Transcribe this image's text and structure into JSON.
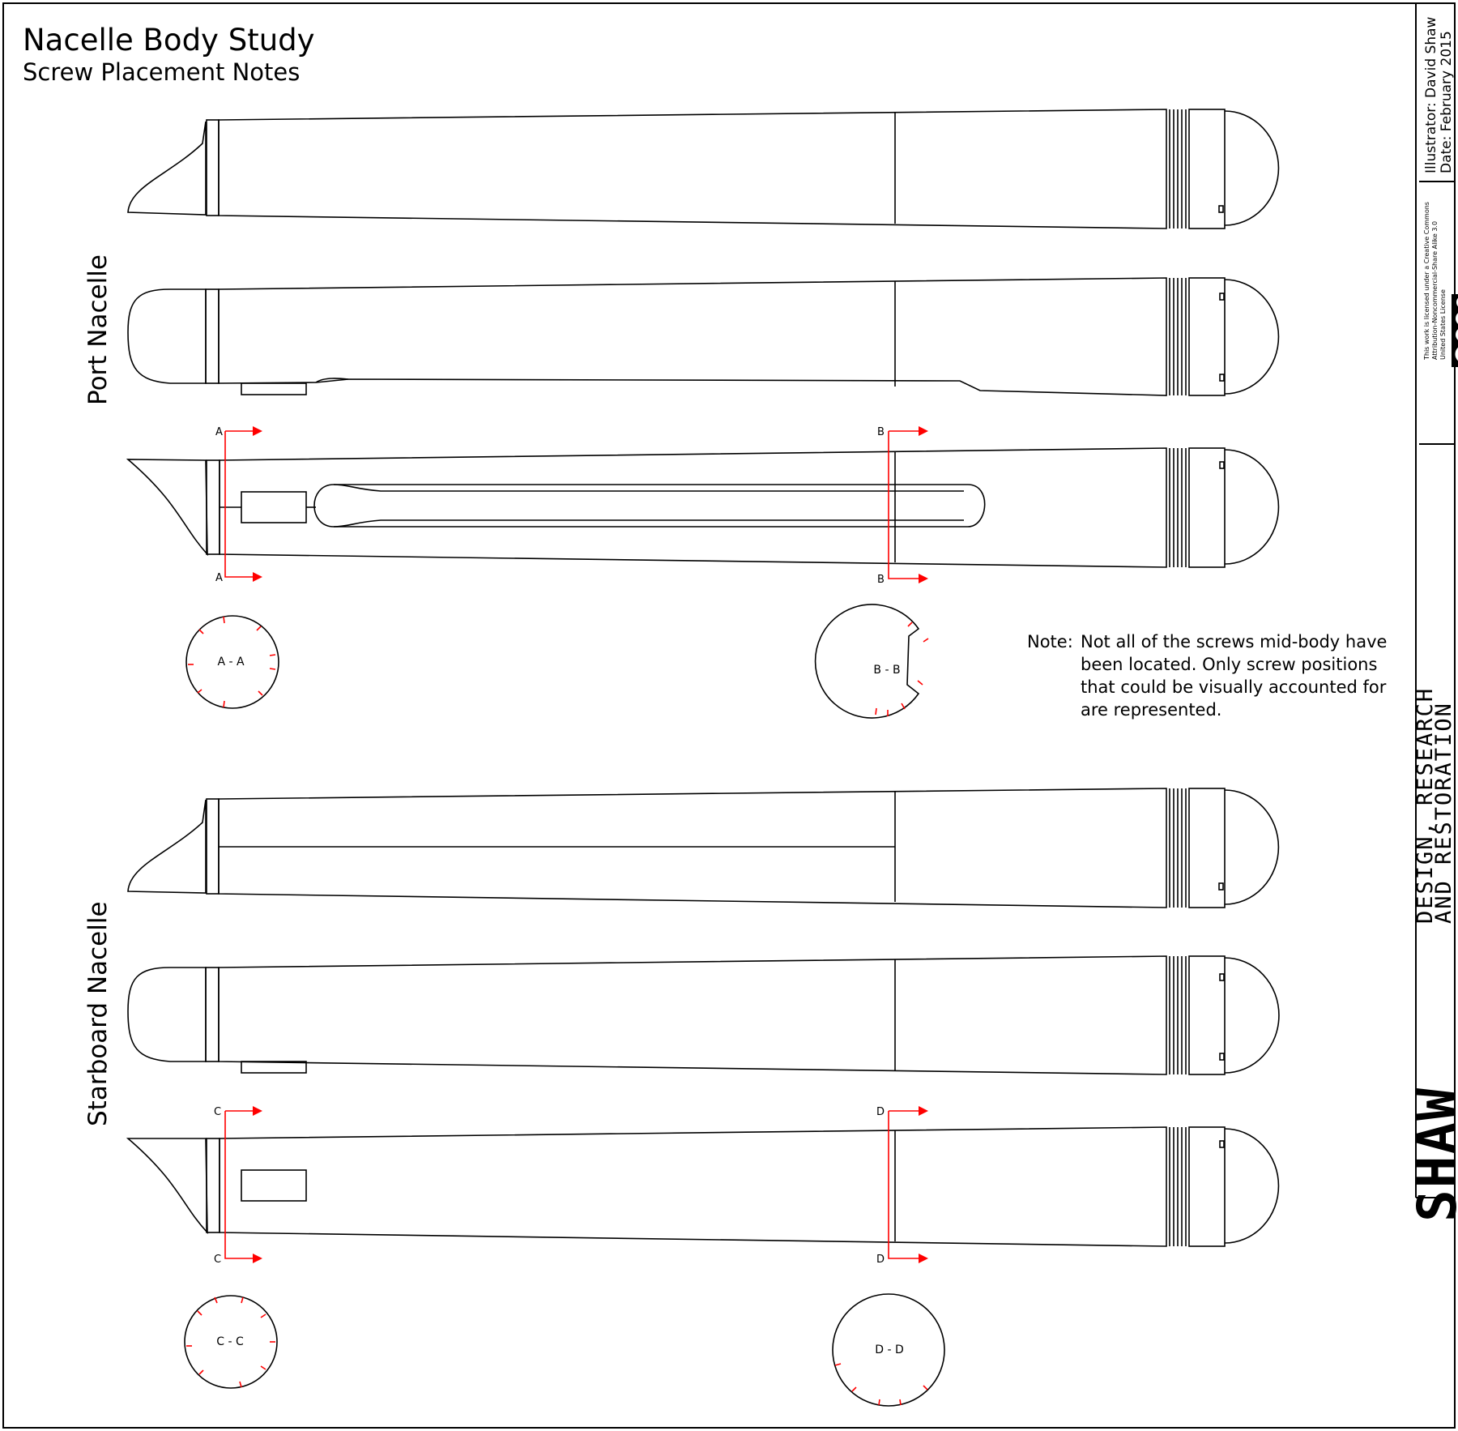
{
  "title": "Nacelle Body Study",
  "subtitle": "Screw Placement Notes",
  "port_label": "Port Nacelle",
  "starboard_label": "Starboard Nacelle",
  "sections": {
    "a": "A",
    "b": "B",
    "c": "C",
    "d": "D",
    "aa": "A - A",
    "bb": "B - B",
    "cc": "C - C",
    "dd": "D - D"
  },
  "note": {
    "label": "Note:",
    "line1": "Not all of the screws mid-body have",
    "line2": "been located. Only screw positions",
    "line3": "that could be visually accounted for",
    "line4": "are represented."
  },
  "sidebar": {
    "illustrator": "Illustrator: David Shaw",
    "date": "Date: February 2015",
    "license_line1": "This work is licensed under a Creative Commons",
    "license_line2": "Attribution-Noncommercial-Share Alike 3.0",
    "license_line3": "United States License",
    "brand_big": "SHAW",
    "brand_line1": "DESIGN, RESEARCH",
    "brand_line2": "AND RESTORATION",
    "cc_icons": [
      "cc-icon",
      "by-icon",
      "nc-icon",
      "sa-icon"
    ]
  },
  "colors": {
    "line": "#000000",
    "section_marker": "#ff0000"
  }
}
